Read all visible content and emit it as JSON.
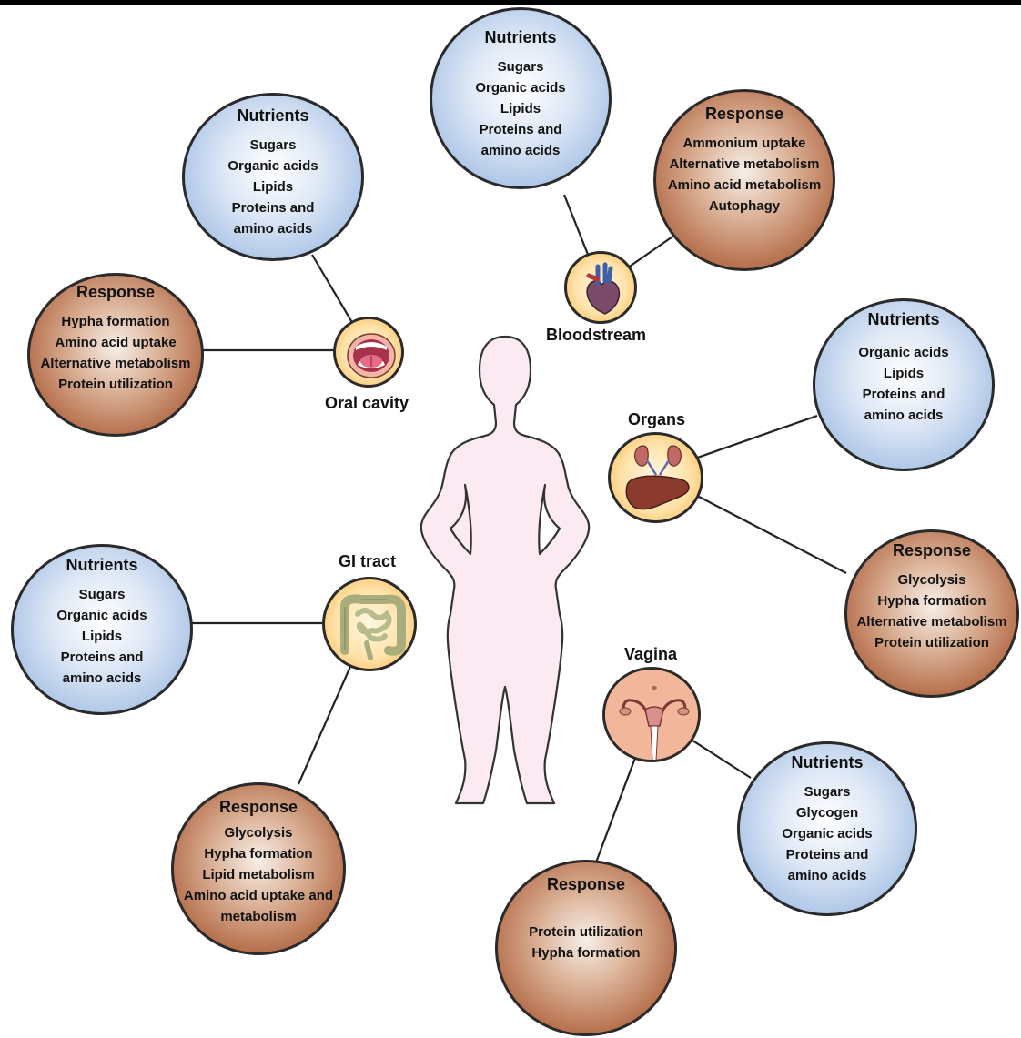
{
  "sites": {
    "bloodstream": {
      "label": "Bloodstream",
      "icon": "heart-icon",
      "nutrients": {
        "title": "Nutrients",
        "items": [
          "Sugars",
          "Organic acids",
          "Lipids",
          "Proteins and",
          "amino acids"
        ]
      },
      "response": {
        "title": "Response",
        "items": [
          "Ammonium uptake",
          "Alternative metabolism",
          "Amino acid metabolism",
          "Autophagy"
        ]
      }
    },
    "oral": {
      "label": "Oral cavity",
      "icon": "open-mouth-icon",
      "nutrients": {
        "title": "Nutrients",
        "items": [
          "Sugars",
          "Organic acids",
          "Lipids",
          "Proteins and",
          "amino acids"
        ]
      },
      "response": {
        "title": "Response",
        "items": [
          "Hypha formation",
          "Amino acid uptake",
          "Alternative metabolism",
          "Protein utilization"
        ]
      }
    },
    "organs": {
      "label": "Organs",
      "icon": "kidney-liver-icon",
      "nutrients": {
        "title": "Nutrients",
        "items": [
          "Organic acids",
          "Lipids",
          "Proteins and",
          "amino acids"
        ]
      },
      "response": {
        "title": "Response",
        "items": [
          "Glycolysis",
          "Hypha formation",
          "Alternative metabolism",
          "Protein utilization"
        ]
      }
    },
    "gi": {
      "label": "GI tract",
      "icon": "intestine-icon",
      "nutrients": {
        "title": "Nutrients",
        "items": [
          "Sugars",
          "Organic acids",
          "Lipids",
          "Proteins and",
          "amino acids"
        ]
      },
      "response": {
        "title": "Response",
        "items": [
          "Glycolysis",
          "Hypha formation",
          "Lipid metabolism",
          "Amino acid uptake and",
          "metabolism"
        ]
      }
    },
    "vagina": {
      "label": "Vagina",
      "icon": "uterus-icon",
      "nutrients": {
        "title": "Nutrients",
        "items": [
          "Sugars",
          "Glycogen",
          "Organic acids",
          "Proteins and",
          "amino acids"
        ]
      },
      "response": {
        "title": "Response",
        "items": [
          "Protein utilization",
          "Hypha formation"
        ]
      }
    }
  },
  "colors": {
    "nutrients_fill": "#a9c3e6",
    "response_fill": "#b7724f",
    "organ_fill": "#ffe2a8",
    "body_fill": "#fbeaf2"
  }
}
